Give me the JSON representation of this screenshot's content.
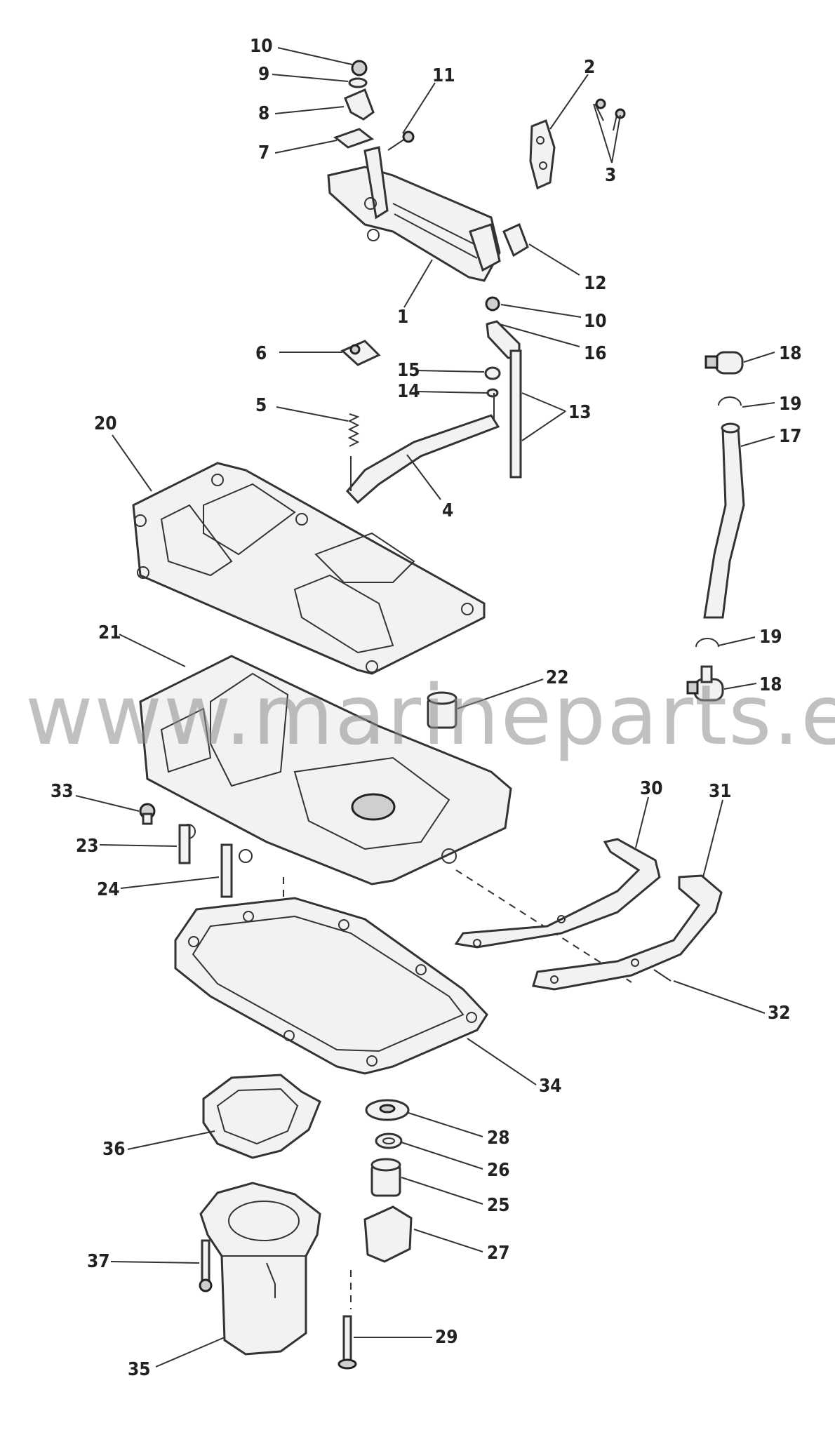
{
  "watermark": "www.marineparts.eu",
  "callouts": [
    {
      "id": "c10a",
      "label": "10"
    },
    {
      "id": "c9",
      "label": "9"
    },
    {
      "id": "c8",
      "label": "8"
    },
    {
      "id": "c7",
      "label": "7"
    },
    {
      "id": "c11",
      "label": "11"
    },
    {
      "id": "c2",
      "label": "2"
    },
    {
      "id": "c3",
      "label": "3"
    },
    {
      "id": "c12",
      "label": "12"
    },
    {
      "id": "c1",
      "label": "1"
    },
    {
      "id": "c10b",
      "label": "10"
    },
    {
      "id": "c16",
      "label": "16"
    },
    {
      "id": "c6",
      "label": "6"
    },
    {
      "id": "c15",
      "label": "15"
    },
    {
      "id": "c14",
      "label": "14"
    },
    {
      "id": "c13",
      "label": "13"
    },
    {
      "id": "c5",
      "label": "5"
    },
    {
      "id": "c4",
      "label": "4"
    },
    {
      "id": "c18a",
      "label": "18"
    },
    {
      "id": "c19a",
      "label": "19"
    },
    {
      "id": "c17",
      "label": "17"
    },
    {
      "id": "c20",
      "label": "20"
    },
    {
      "id": "c21",
      "label": "21"
    },
    {
      "id": "c22",
      "label": "22"
    },
    {
      "id": "c19b",
      "label": "19"
    },
    {
      "id": "c18b",
      "label": "18"
    },
    {
      "id": "c33",
      "label": "33"
    },
    {
      "id": "c23",
      "label": "23"
    },
    {
      "id": "c24",
      "label": "24"
    },
    {
      "id": "c30",
      "label": "30"
    },
    {
      "id": "c31",
      "label": "31"
    },
    {
      "id": "c32",
      "label": "32"
    },
    {
      "id": "c34",
      "label": "34"
    },
    {
      "id": "c36",
      "label": "36"
    },
    {
      "id": "c28",
      "label": "28"
    },
    {
      "id": "c26",
      "label": "26"
    },
    {
      "id": "c25",
      "label": "25"
    },
    {
      "id": "c27",
      "label": "27"
    },
    {
      "id": "c37",
      "label": "37"
    },
    {
      "id": "c29",
      "label": "29"
    },
    {
      "id": "c35",
      "label": "35"
    }
  ]
}
